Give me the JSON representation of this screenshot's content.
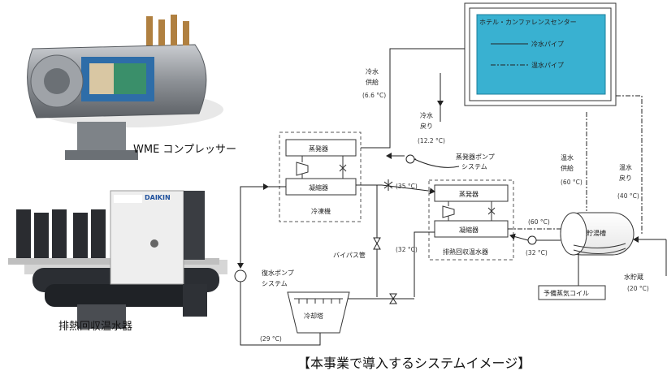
{
  "photos": {
    "compressor_caption": "WME コンプレッサー",
    "heat_recovery_caption": "排熱回収温水器",
    "brand": "DAIKIN"
  },
  "hotel": {
    "title": "ホテル・カンファレンスセンター",
    "legend_cold": "冷水パイプ",
    "legend_hot": "温水パイプ"
  },
  "chiller": {
    "evaporator": "蒸発器",
    "condenser": "凝縮器",
    "name": "冷凍機"
  },
  "recovery": {
    "evaporator": "蒸発器",
    "condenser": "凝縮器",
    "name": "排熱回収温水器"
  },
  "labels": {
    "cold_supply": [
      "冷水",
      "供給"
    ],
    "cold_return": [
      "冷水",
      "戻り"
    ],
    "evap_pump": [
      "蒸発器ポンプ",
      "システム"
    ],
    "hot_supply": [
      "温水",
      "供給"
    ],
    "hot_return": [
      "温水",
      "戻り"
    ],
    "storage_tank": "貯湯槽",
    "water_storage": "水貯蔵",
    "backup_coil": "予備蒸気コイル",
    "bypass": "バイパス管",
    "return_pump": [
      "復水ポンプ",
      "システム"
    ],
    "cooling_tower": "冷却塔"
  },
  "temps": {
    "cold_supply": "(6.6 °C)",
    "cold_return": "(12.2 °C)",
    "hot_supply": "(60 °C)",
    "hot_return": "(40 °C)",
    "water_storage": "(20 °C)",
    "t35": "(35 °C)",
    "t32a": "(32 °C)",
    "t60": "(60 °C)",
    "t32b": "(32 °C)",
    "t29": "(29 °C)"
  },
  "caption": "【本事業で導入するシステムイメージ】"
}
